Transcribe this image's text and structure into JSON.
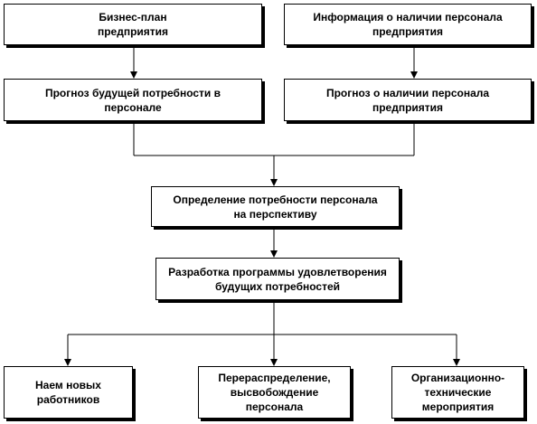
{
  "diagram": {
    "boxes": {
      "business_plan": {
        "lines": [
          "Бизнес-план",
          "предприятия"
        ]
      },
      "staff_info": {
        "lines": [
          "Информация о наличии персонала",
          "предприятия"
        ]
      },
      "future_need_forecast": {
        "lines": [
          "Прогноз будущей потребности в",
          "персонале"
        ]
      },
      "staff_forecast": {
        "lines": [
          "Прогноз о наличии персонала",
          "предприятия"
        ]
      },
      "need_determination": {
        "lines": [
          "Определение потребности персонала",
          "на перспективу"
        ]
      },
      "program_development": {
        "lines": [
          "Разработка программы удовлетворения",
          "будущих потребностей"
        ]
      },
      "hiring": {
        "lines": [
          "Наем новых",
          "работников"
        ]
      },
      "redistribution": {
        "lines": [
          "Перераспределение,",
          "высвобождение",
          "персонала"
        ]
      },
      "org_tech_measures": {
        "lines": [
          "Организационно-",
          "технические",
          "мероприятия"
        ]
      }
    },
    "colors": {
      "line": "#000000",
      "box_fill": "#ffffff",
      "shadow": "#000000"
    }
  }
}
